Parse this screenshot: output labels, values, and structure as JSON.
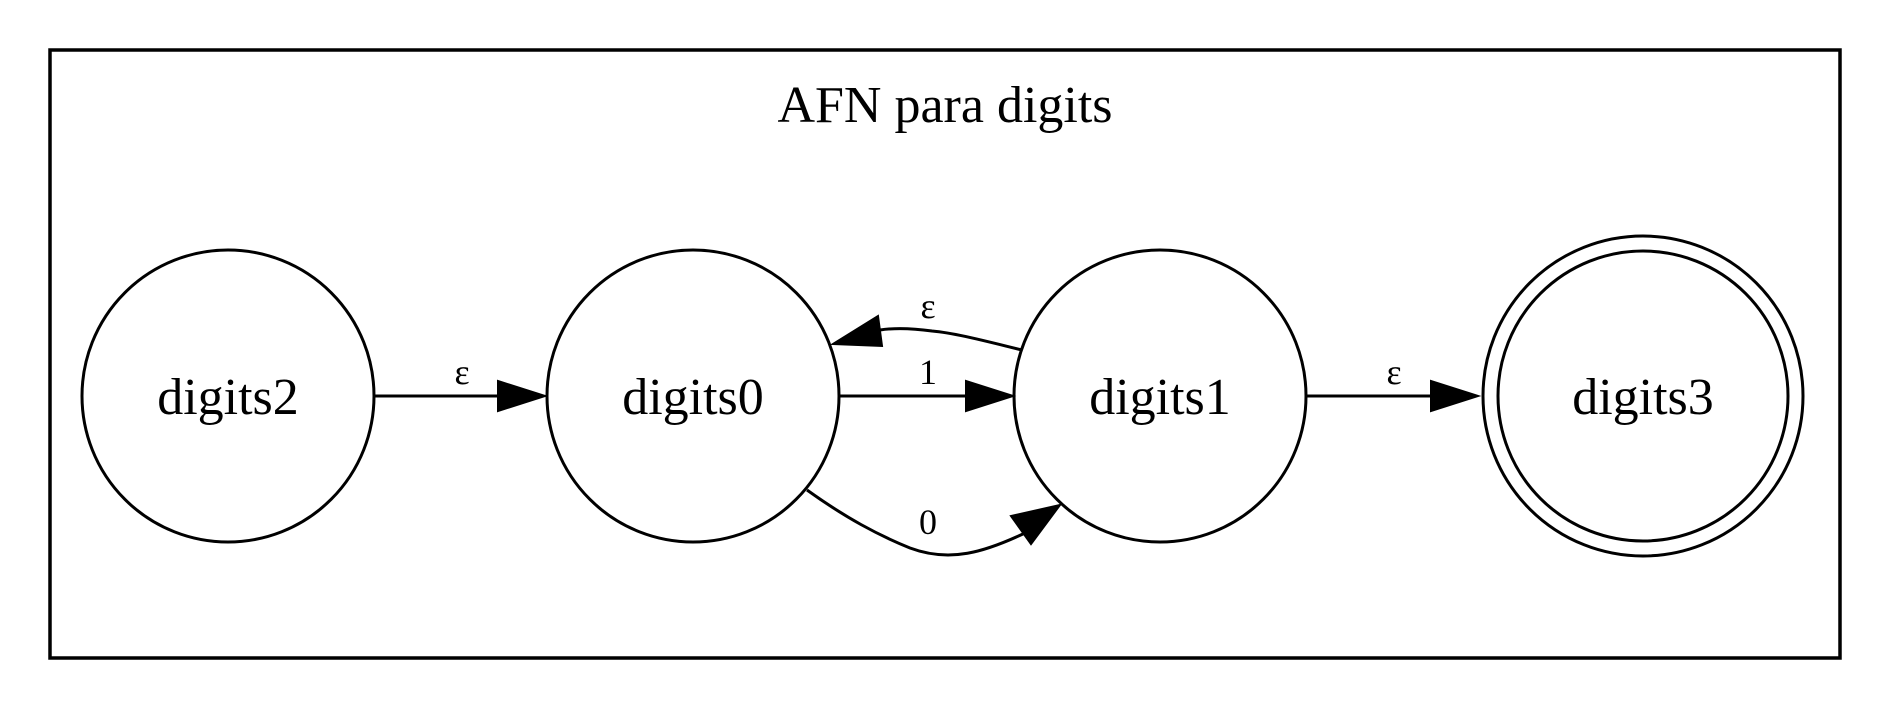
{
  "diagram": {
    "title": "AFN para digits",
    "states": {
      "digits2": {
        "label": "digits2",
        "accepting": false
      },
      "digits0": {
        "label": "digits0",
        "accepting": false
      },
      "digits1": {
        "label": "digits1",
        "accepting": false
      },
      "digits3": {
        "label": "digits3",
        "accepting": true
      }
    },
    "transitions": [
      {
        "from": "digits2",
        "to": "digits0",
        "symbol": "ε"
      },
      {
        "from": "digits1",
        "to": "digits0",
        "symbol": "ε"
      },
      {
        "from": "digits0",
        "to": "digits1",
        "symbol": "1"
      },
      {
        "from": "digits0",
        "to": "digits1",
        "symbol": "0"
      },
      {
        "from": "digits1",
        "to": "digits3",
        "symbol": "ε"
      }
    ]
  }
}
